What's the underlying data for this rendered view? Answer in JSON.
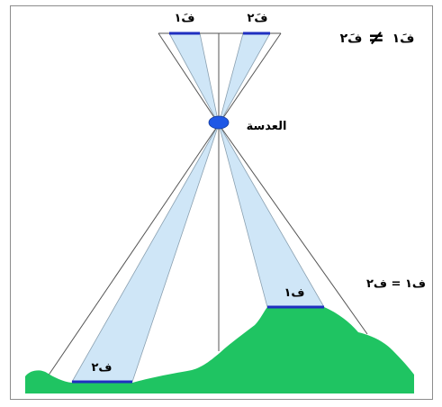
{
  "labels": {
    "lens": "العدسة",
    "image_length_1": "فَ١",
    "image_length_2": "فَ٢",
    "inequality_left": "فَ١",
    "inequality_symbol": "≠",
    "inequality_right": "فَ٢",
    "ground_length_1": "ف١",
    "ground_length_2": "ف٢",
    "equality_text": "ف١ = ف٢"
  },
  "colors": {
    "cone_fill": "#cfe6f7",
    "terrain": "#1fc462",
    "segment": "#1f2fc0",
    "lens": "#1f58e6",
    "lines": "#555555"
  }
}
